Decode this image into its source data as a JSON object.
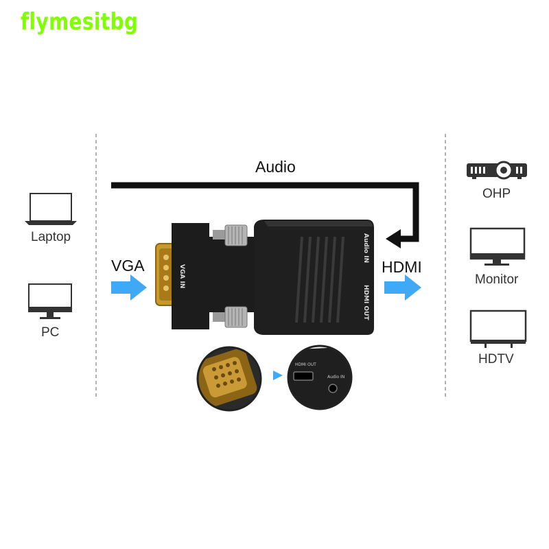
{
  "watermark": "flymesitbg",
  "audio_label": "Audio",
  "vga_label": "VGA",
  "hdmi_label": "HDMI",
  "sources": [
    {
      "label": "Laptop",
      "icon": "laptop-icon"
    },
    {
      "label": "PC",
      "icon": "monitor-icon"
    }
  ],
  "outputs": [
    {
      "label": "OHP",
      "icon": "projector-icon"
    },
    {
      "label": "Monitor",
      "icon": "monitor-icon"
    },
    {
      "label": "HDTV",
      "icon": "tv-icon"
    }
  ],
  "adapter": {
    "vga_in": "VGA IN",
    "audio_in": "Audio IN",
    "hdmi_out": "HDMI OUT"
  },
  "detail": {
    "hdmi_port": "HDMI OUT",
    "audio_port": "Audio IN"
  },
  "colors": {
    "arrow_blue": "#3fa9f5",
    "watermark_green": "#7fff00",
    "line_black": "#111111"
  }
}
